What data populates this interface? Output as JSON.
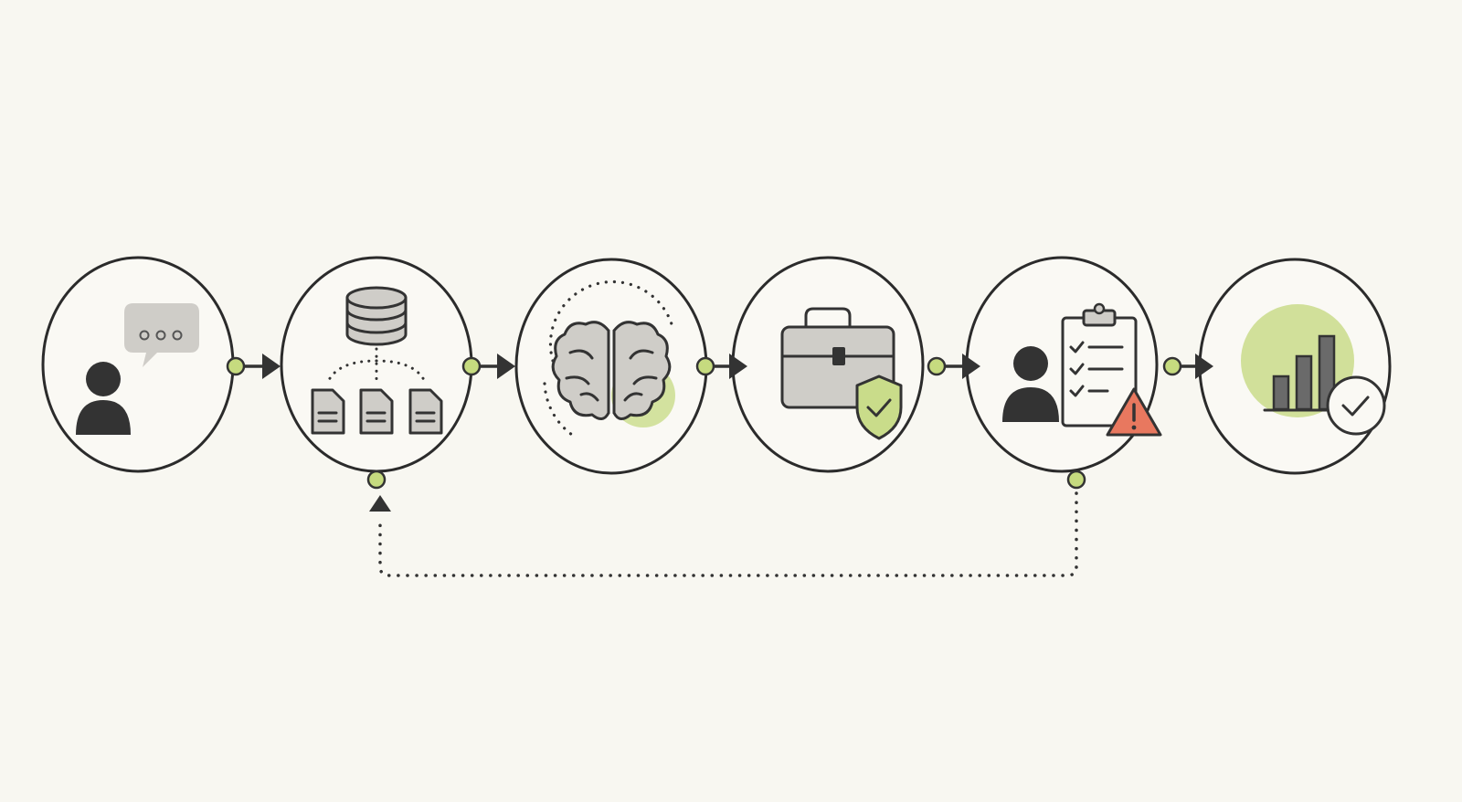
{
  "colors": {
    "background": "#f8f7f1",
    "accent": "#c9dc8a",
    "node": "#c6db7f",
    "alert": "#e8785f",
    "ink": "#333333",
    "icon_fill": "#cfcdc8"
  },
  "steps": [
    {
      "icon": "user-speech-bubble-icon"
    },
    {
      "icon": "database-documents-icon"
    },
    {
      "icon": "brain-icon"
    },
    {
      "icon": "briefcase-shield-icon"
    },
    {
      "icon": "user-checklist-warning-icon"
    },
    {
      "icon": "bar-chart-check-icon"
    }
  ],
  "connections": [
    {
      "from": 0,
      "to": 1,
      "style": "solid"
    },
    {
      "from": 1,
      "to": 2,
      "style": "solid"
    },
    {
      "from": 2,
      "to": 3,
      "style": "solid"
    },
    {
      "from": 3,
      "to": 4,
      "style": "solid"
    },
    {
      "from": 4,
      "to": 5,
      "style": "solid"
    },
    {
      "from": 4,
      "to": 1,
      "style": "dotted",
      "route": "below"
    }
  ]
}
